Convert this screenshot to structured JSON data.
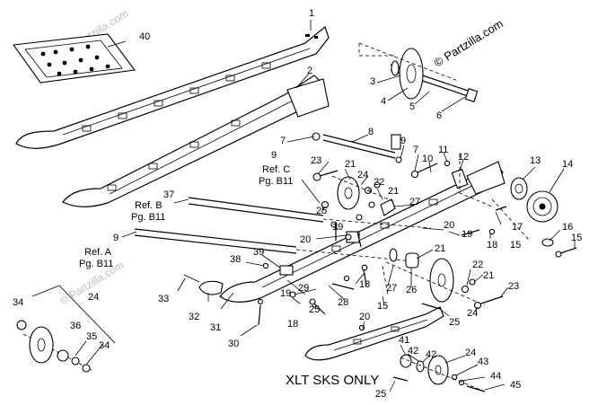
{
  "watermarks": {
    "main": "© Partzilla.com",
    "faint": "© Partzilla.com"
  },
  "callouts": {
    "n1": "1",
    "n2": "2",
    "n3": "3",
    "n4": "4",
    "n5": "5",
    "n6": "6",
    "n7a": "7",
    "n7b": "7",
    "n8": "8",
    "n9a": "9",
    "n9b": "9",
    "n9c": "9",
    "n10": "10",
    "n11": "11",
    "n12": "12",
    "n13": "13",
    "n14": "14",
    "n15a": "15",
    "n15b": "15",
    "n15c": "15",
    "n16": "16",
    "n17": "17",
    "n18a": "18",
    "n18b": "18",
    "n18c": "18",
    "n19a": "19",
    "n19b": "19",
    "n20a": "20",
    "n20b": "20",
    "n20c": "20",
    "n21a": "21",
    "n21b": "21",
    "n21c": "21",
    "n21d": "21",
    "n22a": "22",
    "n22b": "22",
    "n23a": "23",
    "n23b": "23",
    "n24a": "24",
    "n24b": "24",
    "n24c": "24",
    "n24d": "24",
    "n25a": "25",
    "n25b": "25",
    "n25c": "25",
    "n26": "26",
    "n27a": "27",
    "n27b": "27",
    "n28": "28",
    "n29": "29",
    "n30": "30",
    "n31": "31",
    "n32": "32",
    "n33": "33",
    "n34a": "34",
    "n34b": "34",
    "n35": "35",
    "n36": "36",
    "n37": "37",
    "n38": "38",
    "n39": "39",
    "n40": "40",
    "n41": "41",
    "n42a": "42",
    "n42b": "42",
    "n43": "43",
    "n44": "44",
    "n45": "45"
  },
  "refs": {
    "refC_line1": "Ref. C",
    "refC_line2": "Pg. B11",
    "refB_line1": "Ref. B",
    "refB_line2": "Pg. B11",
    "refA_line1": "Ref. A",
    "refA_line2": "Pg. B11"
  },
  "notes": {
    "xlt": "XLT SKS ONLY"
  }
}
